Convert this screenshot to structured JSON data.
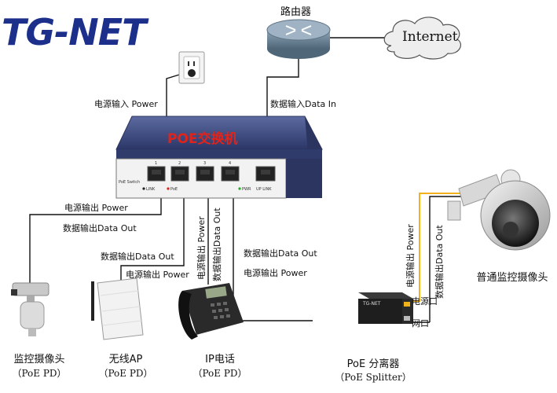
{
  "logo": "TG-NET",
  "router": {
    "label": "路由器"
  },
  "internet": {
    "label": "Internet"
  },
  "switch": {
    "title": "POE交换机",
    "panel_text": "PoE Switch",
    "led_link": "LINK",
    "led_poe": "PoE",
    "led_pwr": "PWR",
    "uplink": "UP LINK",
    "port_numbers": [
      "1",
      "2",
      "3",
      "4"
    ]
  },
  "links": {
    "power_in": "电源输入 Power",
    "data_in": "数据输入Data In",
    "cam1_power": "电源输出 Power",
    "cam1_data": "数据输出Data Out",
    "ap_data": "数据输出Data Out",
    "ap_power": "电源输出 Power",
    "phone_power": "电源输出 Power",
    "phone_data": "数据输出Data Out",
    "splitter_data": "数据输出Data Out",
    "splitter_power": "电源输出 Power",
    "cam2_power": "电源输出 Power",
    "cam2_data": "数据输出Data Out",
    "power_port": "电源口",
    "net_port": "网口"
  },
  "devices": {
    "camera_poe": {
      "name": "监控摄像头",
      "type": "（PoE   PD）"
    },
    "ap": {
      "name": "无线AP",
      "type": "（PoE   PD）"
    },
    "phone": {
      "name": "IP电话",
      "type": "（PoE   PD）"
    },
    "splitter": {
      "name": "PoE 分离器",
      "type": "（PoE Splitter）",
      "brand": "TG-NET"
    },
    "camera_normal": {
      "name": "普通监控摄像头"
    }
  },
  "colors": {
    "brand": "#1c2f8a",
    "switch_body": "#3d4a7c",
    "switch_title": "#e2231a",
    "power_cable": "#f2b21b",
    "cable": "#111111"
  }
}
